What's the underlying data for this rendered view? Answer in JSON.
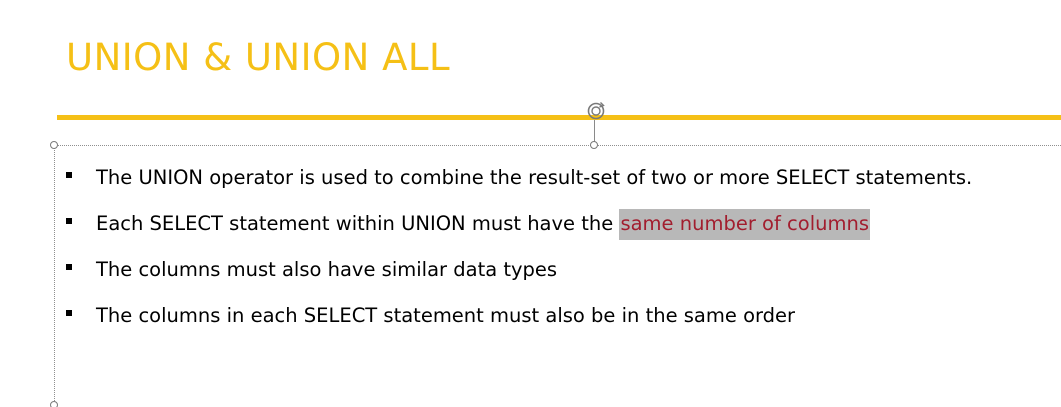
{
  "slide": {
    "title": "UNION & UNION ALL",
    "bullets": [
      {
        "text": "The UNION operator is used to combine the result-set of two or more SELECT statements."
      },
      {
        "text": "Each SELECT statement within UNION must have the ",
        "highlight": "same number of columns"
      },
      {
        "text": "The columns must also have similar data types"
      },
      {
        "text": "The columns in each SELECT statement must also be in the same order"
      }
    ]
  },
  "colors": {
    "accent": "#f5c016",
    "highlight_background": "#b8b8b8",
    "highlight_text": "#a21d2e"
  },
  "icons": {
    "rotate_handle": "rotate-icon",
    "bullet_marker": "square-bullet"
  }
}
